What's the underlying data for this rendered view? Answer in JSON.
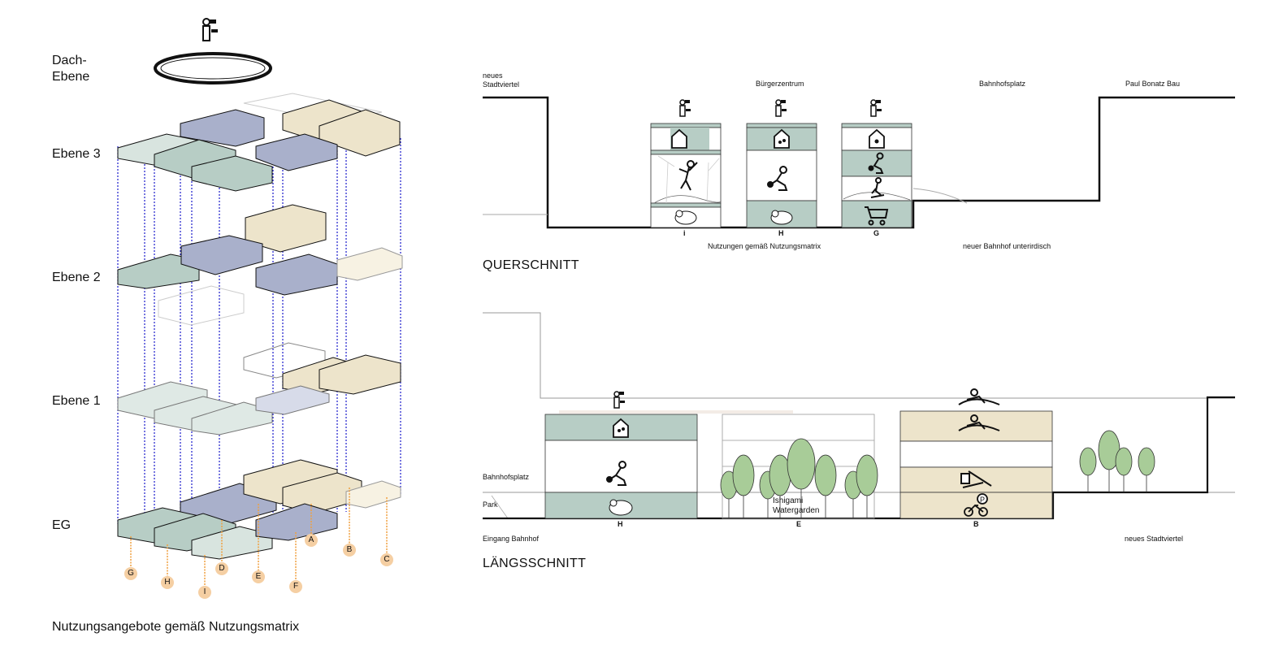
{
  "axonometry": {
    "levels": [
      {
        "id": "dach",
        "label_line1": "Dach-",
        "label_line2": "Ebene"
      },
      {
        "id": "e3",
        "label": "Ebene 3"
      },
      {
        "id": "e2",
        "label": "Ebene 2"
      },
      {
        "id": "e1",
        "label": "Ebene 1"
      },
      {
        "id": "eg",
        "label": "EG"
      }
    ],
    "markers": [
      "A",
      "B",
      "C",
      "D",
      "E",
      "F",
      "G",
      "H",
      "I"
    ],
    "caption": "Nutzungsangebote gemäß Nutzungsmatrix",
    "colors": {
      "green": "#b7cdc5",
      "blue": "#a9b0cb",
      "beige": "#ede4cb",
      "marker": "#f5cfa3",
      "marker_line": "#f0a040",
      "projection": "#1a1acc"
    }
  },
  "querschnitt": {
    "title": "QUERSCHNITT",
    "top_labels": {
      "left_line1": "neues",
      "left_line2": "Stadtviertel",
      "center": "Bürgerzentrum",
      "right1": "Bahnhofsplatz",
      "right2": "Paul Bonatz Bau"
    },
    "bottom_labels": {
      "center": "Nutzungen gemäß Nutzungsmatrix",
      "right": "neuer Bahnhof unterirdisch"
    },
    "towers": [
      {
        "letter": "i",
        "icons": [
          "viewpoint-icon",
          "birdhouse-icon",
          "viewpoint-icon",
          "climbing-icon",
          "sheep-icon"
        ]
      },
      {
        "letter": "H",
        "icons": [
          "viewpoint-icon",
          "insect-hotel-icon",
          "gardening-icon",
          "sheep-icon"
        ]
      },
      {
        "letter": "G",
        "icons": [
          "viewpoint-icon",
          "bee-house-icon",
          "gardening-icon",
          "skateboard-icon",
          "shopping-cart-icon"
        ]
      }
    ]
  },
  "laengsschnitt": {
    "title": "LÄNGSSCHNITT",
    "side_labels": {
      "bahnhofsplatz": "Bahnhofsplatz",
      "park": "Park",
      "eingang": "Eingang Bahnhof",
      "stadtviertel": "neues Stadtviertel"
    },
    "garden_line1": "Ishigami",
    "garden_line2": "Watergarden",
    "blocks": [
      {
        "letter": "H"
      },
      {
        "letter": "E"
      },
      {
        "letter": "B"
      }
    ]
  }
}
